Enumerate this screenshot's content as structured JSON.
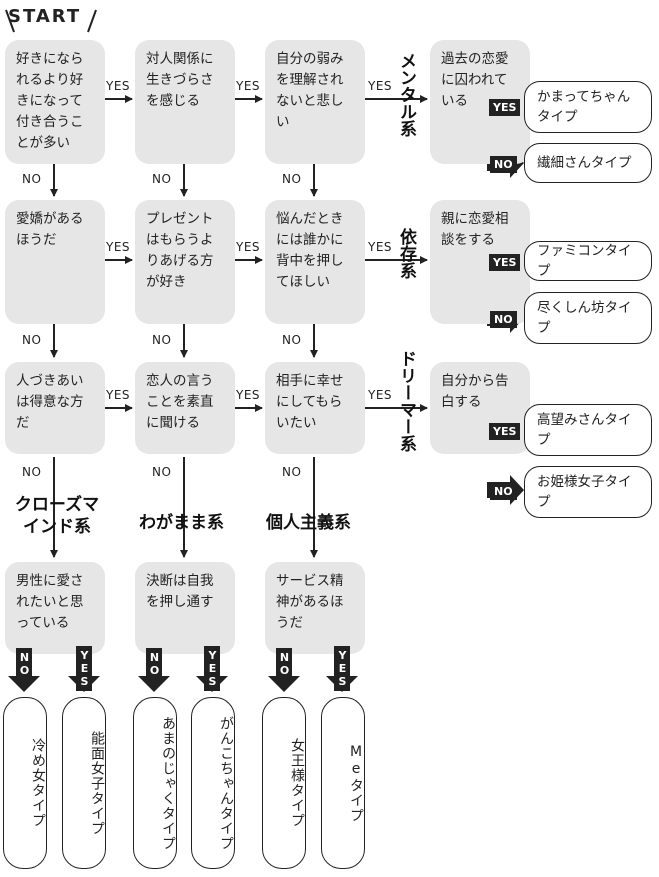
{
  "start": "START",
  "labels": {
    "yes": "YES",
    "no": "NO"
  },
  "questions": {
    "q1": "好きになられるより好きになって付き合うことが多い",
    "q2": "対人関係に生きづらさを感じる",
    "q3": "自分の弱みを理解されないと悲しい",
    "q4": "過去の恋愛に囚われている",
    "q5": "愛嬌があるほうだ",
    "q6": "プレゼントはもらうよりあげる方が好き",
    "q7": "悩んだときには誰かに背中を押してほしい",
    "q8": "親に恋愛相談をする",
    "q9": "人づきあいは得意な方だ",
    "q10": "恋人の言うことを素直に聞ける",
    "q11": "相手に幸せにしてもらいたい",
    "q12": "自分から告白する",
    "q13": "男性に愛されたいと思っている",
    "q14": "決断は自我を押し通す",
    "q15": "サービス精神があるほうだ"
  },
  "categories": {
    "mental": "メンタル系",
    "izon": "依存系",
    "dreamer": "ドリーマー系",
    "closed": "クローズマインド系",
    "wagamama": "わがまま系",
    "kojin": "個人主義系"
  },
  "results": {
    "kamatte": "かまってちゃんタイプ",
    "sensai": "繊細さんタイプ",
    "famicom": "ファミコンタイプ",
    "tsukushinbo": "尽くしん坊タイプ",
    "koubou": "高望みさんタイプ",
    "ohime": "お姫様女子タイプ",
    "reime": "冷め女タイプ",
    "noumen": "能面女子タイプ",
    "amanojaku": "あまのじゃくタイプ",
    "ganko": "がんこちゃんタイプ",
    "joou": "女王様タイプ",
    "me": "Meタイプ"
  }
}
